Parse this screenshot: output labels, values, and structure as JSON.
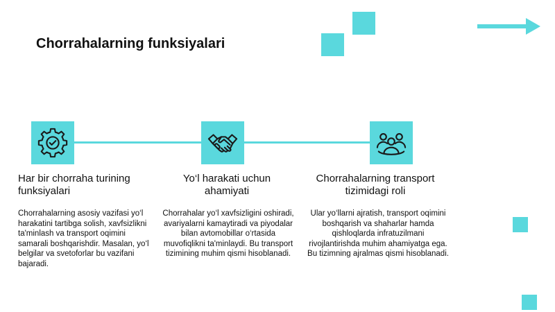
{
  "slide": {
    "title": "Chorrahalarning funksiyalari",
    "accent_color": "#5ad8dd"
  },
  "columns": [
    {
      "icon": "gear-check-icon",
      "heading": "Har bir chorraha turining funksiyalari",
      "text": "Chorrahalarning asosiy vazifasi yo‘l harakatini tartibga solish, xavfsizlikni ta'minlash va transport oqimini samarali boshqarishdir. Masalan, yo‘l belgilar va svetoforlar bu vazifani bajaradi."
    },
    {
      "icon": "handshake-icon",
      "heading": "Yo‘l harakati uchun ahamiyati",
      "text": "Chorrahalar yo‘l xavfsizligini oshiradi, avariyalarni kamaytiradi va piyodalar bilan avtomobillar o‘rtasida muvofiqlikni ta'minlaydi. Bu transport tizimining muhim qismi hisoblanadi."
    },
    {
      "icon": "people-group-icon",
      "heading": "Chorrahalarning transport tizimidagi roli",
      "text": "Ular yo‘llarni ajratish, transport oqimini boshqarish va shaharlar hamda qishloqlarda infratuzilmani rivojlantirishda muhim ahamiyatga ega. Bu tizimning ajralmas qismi hisoblanadi."
    }
  ]
}
